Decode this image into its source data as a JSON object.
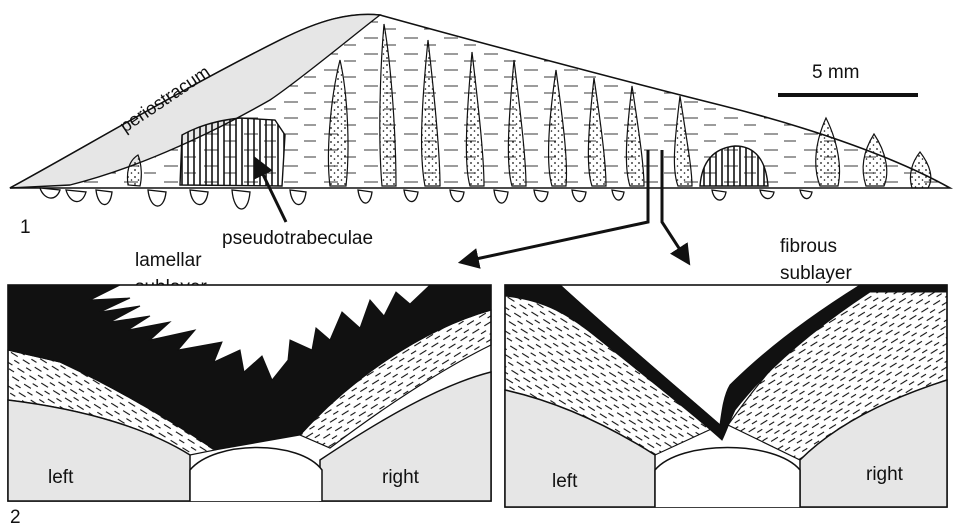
{
  "figure": {
    "panel_1_number": "1",
    "panel_2_number": "2",
    "scale_bar_label": "5 mm",
    "labels": {
      "periostracum": "periostracum",
      "pseudotrabeculae": "pseudotrabeculae",
      "lamellar_sublayer": [
        "lamellar",
        "sublayer"
      ],
      "fibrous_sublayer": [
        "fibrous",
        "sublayer"
      ]
    },
    "left_detail": {
      "left_label": "left",
      "right_label": "right"
    },
    "right_detail": {
      "left_label": "left",
      "right_label": "right"
    }
  },
  "colors": {
    "ink": "#111111",
    "fill_light": "#e6e6e6",
    "background": "#ffffff"
  }
}
